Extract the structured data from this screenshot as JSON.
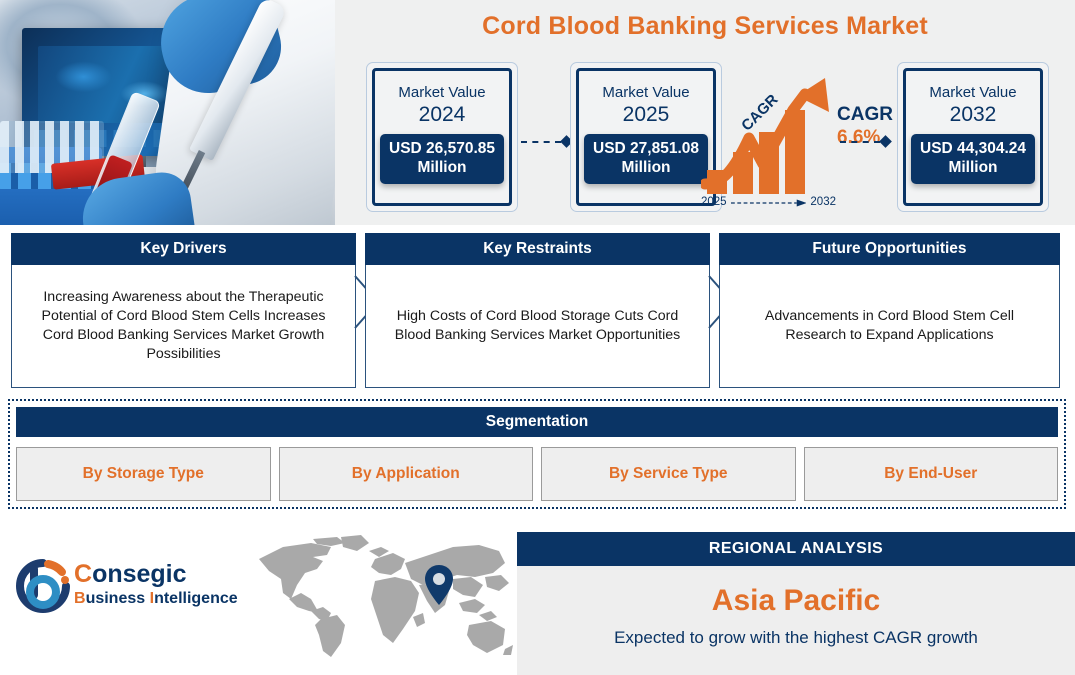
{
  "header": {
    "title": "Cord Blood Banking Services Market",
    "hero_photo_alt": "laboratory-pipette-blood-sample-photo",
    "cards": [
      {
        "label": "Market Value",
        "year": "2024",
        "amount_line1": "USD 26,570.85",
        "amount_line2": "Million"
      },
      {
        "label": "Market Value",
        "year": "2025",
        "amount_line1": "USD 27,851.08",
        "amount_line2": "Million"
      },
      {
        "label": "Market Value",
        "year": "2032",
        "amount_line1": "USD 44,304.24",
        "amount_line2": "Million"
      }
    ],
    "cagr": {
      "diagonal_label": "CAGR",
      "title": "CAGR",
      "value": "6.6%",
      "start_year": "2025",
      "end_year": "2032"
    }
  },
  "keys": [
    {
      "heading": "Key Drivers",
      "body": "Increasing Awareness about the Therapeutic Potential of Cord Blood Stem Cells Increases Cord Blood Banking Services Market Growth Possibilities"
    },
    {
      "heading": "Key Restraints",
      "body": "High Costs of Cord Blood Storage Cuts Cord Blood Banking Services Market Opportunities"
    },
    {
      "heading": "Future Opportunities",
      "body": "Advancements in Cord Blood Stem Cell Research to Expand Applications"
    }
  ],
  "segmentation": {
    "heading": "Segmentation",
    "items": [
      {
        "label": "By Storage Type"
      },
      {
        "label": "By Application"
      },
      {
        "label": "By Service Type"
      },
      {
        "label": "By End-User"
      }
    ]
  },
  "footer": {
    "logo": {
      "line1_initial": "C",
      "line1_rest": "onsegic",
      "line2_initial_b": "B",
      "line2_word1_rest": "usiness",
      "line2_initial_i": "I",
      "line2_word2_rest": "ntelligence"
    },
    "map_alt": "world-map-with-asia-pacific-pin",
    "regional": {
      "heading": "REGIONAL ANALYSIS",
      "region": "Asia Pacific",
      "subtitle": "Expected to grow with the highest CAGR growth"
    }
  },
  "colors": {
    "navy": "#0a3465",
    "orange": "#e2702a",
    "panel_gray": "#eeeeee",
    "header_gray": "#eff0f0",
    "map_gray": "#a9a9a9"
  }
}
